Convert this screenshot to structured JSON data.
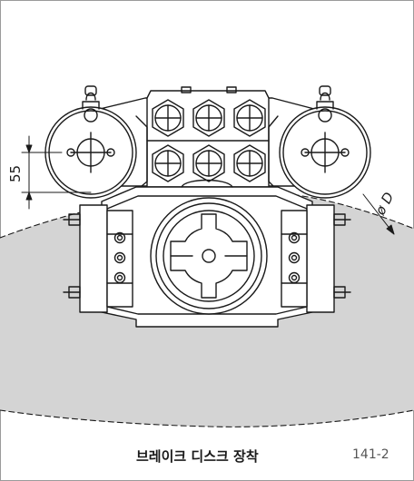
{
  "figure": {
    "caption": "브레이크 디스크 장착",
    "number": "141-2"
  },
  "dimensions": {
    "height_label": "55",
    "diameter_label": "ø D"
  },
  "colors": {
    "line": "#1a1a1a",
    "disc_fill": "#d4d4d4",
    "background": "#ffffff"
  }
}
